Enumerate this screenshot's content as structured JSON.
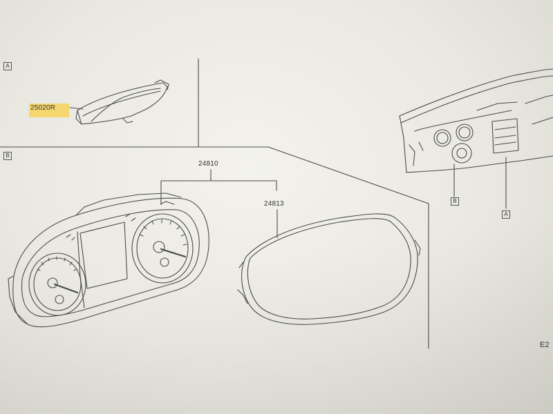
{
  "view_labels": {
    "a": "A",
    "b": "B"
  },
  "parts": {
    "meter_bracket": "25020R",
    "combination_meter": "24810",
    "meter_glass": "24813"
  },
  "locator_labels": {
    "b": "B",
    "a": "A"
  },
  "page_code": "E2",
  "colors": {
    "highlight": "#f7d45a",
    "line": "#4a4a4a",
    "paper": "#ecebe4"
  }
}
